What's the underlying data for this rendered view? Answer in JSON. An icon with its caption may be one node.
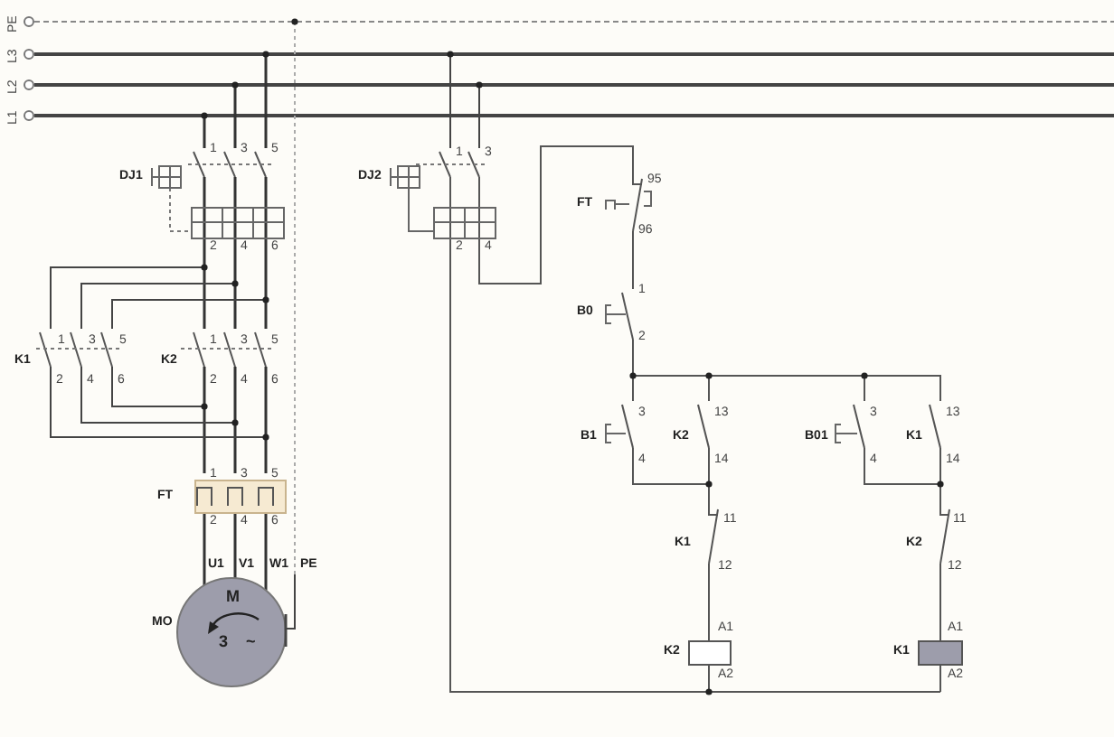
{
  "diagram": {
    "labels": [
      "PE",
      "L3",
      "L2",
      "L1",
      "1",
      "3",
      "5",
      "DJ1",
      "2",
      "4",
      "6",
      "1",
      "3",
      "5",
      "K1",
      "K2",
      "1",
      "3",
      "5",
      "2",
      "4",
      "6",
      "2",
      "4",
      "6",
      "1",
      "3",
      "5",
      "FT",
      "2",
      "4",
      "6",
      "U1",
      "V1",
      "W1",
      "PE",
      "M",
      "MO",
      "3",
      "~",
      "1",
      "3",
      "DJ2",
      "2",
      "4",
      "95",
      "FT",
      "96",
      "1",
      "B0",
      "2",
      "3",
      "13",
      "B1",
      "K2",
      "B01",
      "K1",
      "4",
      "14",
      "3",
      "13",
      "4",
      "14",
      "11",
      "K1",
      "12",
      "11",
      "K2",
      "12",
      "A1",
      "K2",
      "A2",
      "A1",
      "K1",
      "A2"
    ]
  }
}
